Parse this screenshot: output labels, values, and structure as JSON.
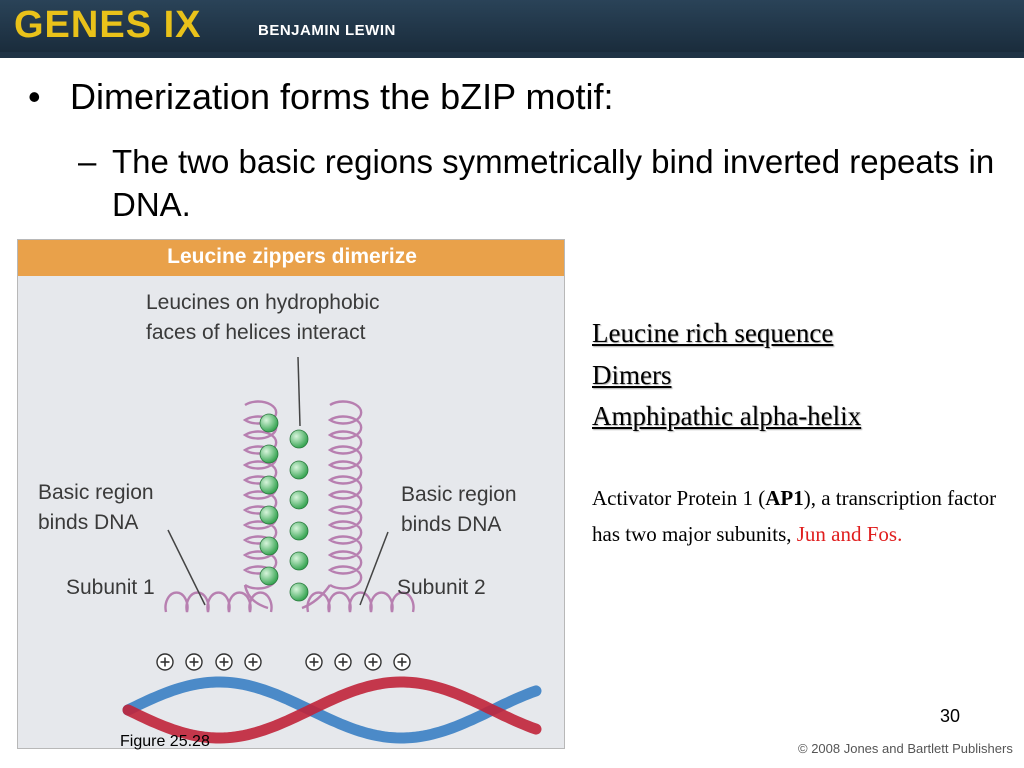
{
  "header": {
    "title": "GENES IX",
    "author": "BENJAMIN LEWIN"
  },
  "bullets": {
    "level1": {
      "marker": "•",
      "text": "Dimerization forms the bZIP motif:"
    },
    "level2": {
      "marker": "–",
      "text": "The two basic regions symmetrically bind inverted repeats in DNA."
    }
  },
  "figure": {
    "banner": "Leucine zippers dimerize",
    "leucine_label_line1": "Leucines on hydrophobic",
    "leucine_label_line2": "faces of helices interact",
    "left_basic_line1": "Basic region",
    "left_basic_line2": "binds DNA",
    "right_basic_line1": "Basic region",
    "right_basic_line2": "binds DNA",
    "subunit1": "Subunit 1",
    "subunit2": "Subunit 2",
    "caption": "Figure 25.28"
  },
  "side_notes": {
    "line1": "Leucine rich sequence",
    "line2": "Dimers",
    "line3": "Amphipathic alpha-helix",
    "para_prefix": "Activator Protein 1 (",
    "para_bold": "AP1",
    "para_middle": "), a transcription factor has two major subunits, ",
    "para_red": "Jun and Fos."
  },
  "footer": {
    "page_number": "30",
    "copyright": "© 2008 Jones and Bartlett Publishers"
  },
  "colors": {
    "header_bg": "#1f3345",
    "logo_yellow": "#e9c21a",
    "banner_orange": "#e9a14a",
    "helix_pink": "#b77fb0",
    "leucine_green": "#3aa655",
    "dna_red": "#c0243a",
    "dna_blue": "#3a7fc4",
    "highlight_red": "#e01e1e"
  }
}
